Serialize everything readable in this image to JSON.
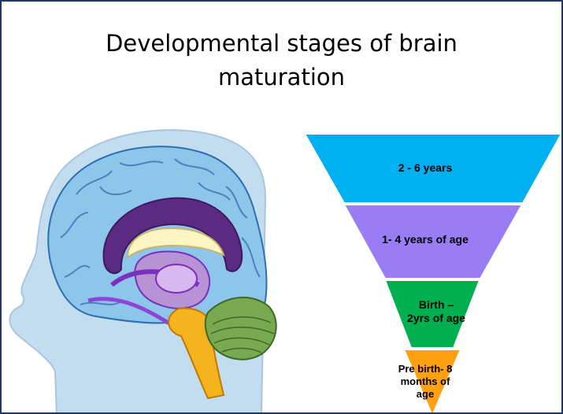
{
  "slide": {
    "title": "Developmental stages of brain\nmaturation"
  },
  "funnel": {
    "levels": [
      {
        "label": "2 - 6 years",
        "color": "#00b0f0"
      },
      {
        "label": "1- 4 years of age",
        "color": "#9a7cf4"
      },
      {
        "label": "Birth –\n2yrs of age",
        "color": "#00b050"
      },
      {
        "label": "Pre birth- 8\nmonths of\nage",
        "color": "#ffa010"
      }
    ]
  },
  "illustration": {
    "head_color": "#c2dcf0",
    "cortex_color": "#8ec5ea",
    "corpus_callosum_color": "#5b2a82",
    "inner_band_color": "#fdf6c3",
    "limbic_color": "#b793d6",
    "cerebellum_color": "#78a850",
    "brainstem_color": "#f5b41e"
  }
}
